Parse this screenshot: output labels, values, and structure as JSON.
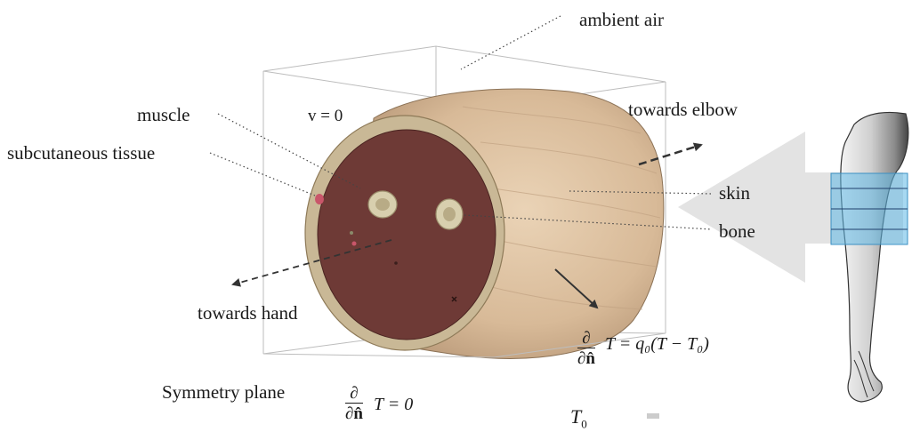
{
  "labels": {
    "ambient_air": "ambient air",
    "muscle": "muscle",
    "velocity_bc": "v = 0",
    "subcutaneous": "subcutaneous tissue",
    "towards_elbow": "towards elbow",
    "skin": "skin",
    "bone": "bone",
    "towards_hand": "towards hand",
    "symmetry_plane": "Symmetry plane",
    "ambient_temp": "T",
    "ambient_temp_sub": "0"
  },
  "equations": {
    "convective": {
      "numerator": "∂",
      "denominator": "∂n̂",
      "rhs": "T = q₀(T − T₀)"
    },
    "symmetry": {
      "numerator": "∂",
      "denominator": "∂n̂",
      "rhs": "T = 0"
    }
  },
  "colors": {
    "skin": "#d9bd9d",
    "muscle": "#6e3a36",
    "fat_ring": "#c9b896",
    "bone": "#d8cfae",
    "inset_highlight": "#5fb8e6",
    "arrow": "#333333",
    "silhouette": "#e3e3e3"
  },
  "icons": [
    "forearm-illustration",
    "direction-arrow",
    "leader-line"
  ]
}
